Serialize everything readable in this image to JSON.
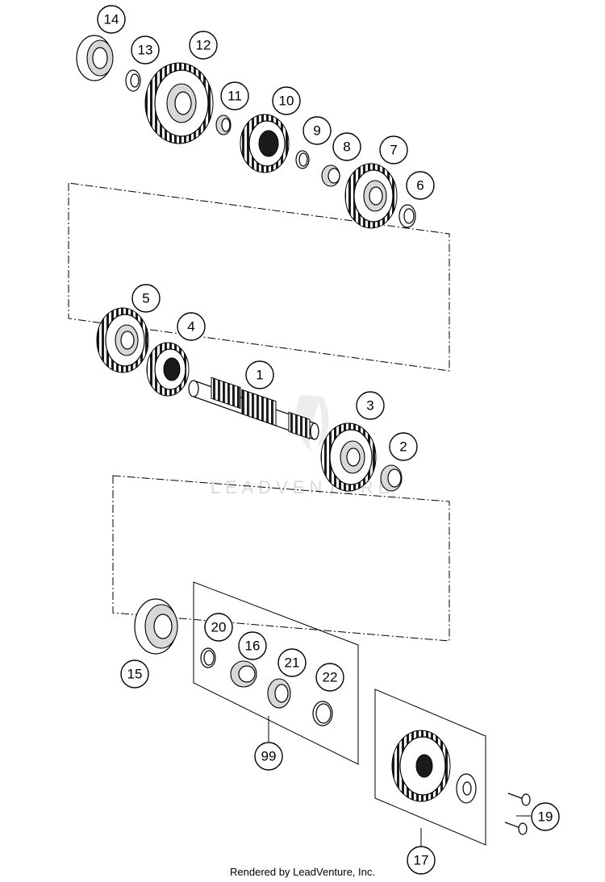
{
  "watermark": "LEADVENTURE",
  "footer": "Rendered by LeadVenture, Inc.",
  "callouts": {
    "c1": "1",
    "c2": "2",
    "c3": "3",
    "c4": "4",
    "c5": "5",
    "c6": "6",
    "c7": "7",
    "c8": "8",
    "c9": "9",
    "c10": "10",
    "c11": "11",
    "c12": "12",
    "c13": "13",
    "c14": "14",
    "c15": "15",
    "c16": "16",
    "c17": "17",
    "c19": "19",
    "c20": "20",
    "c21": "21",
    "c22": "22",
    "c99": "99"
  }
}
